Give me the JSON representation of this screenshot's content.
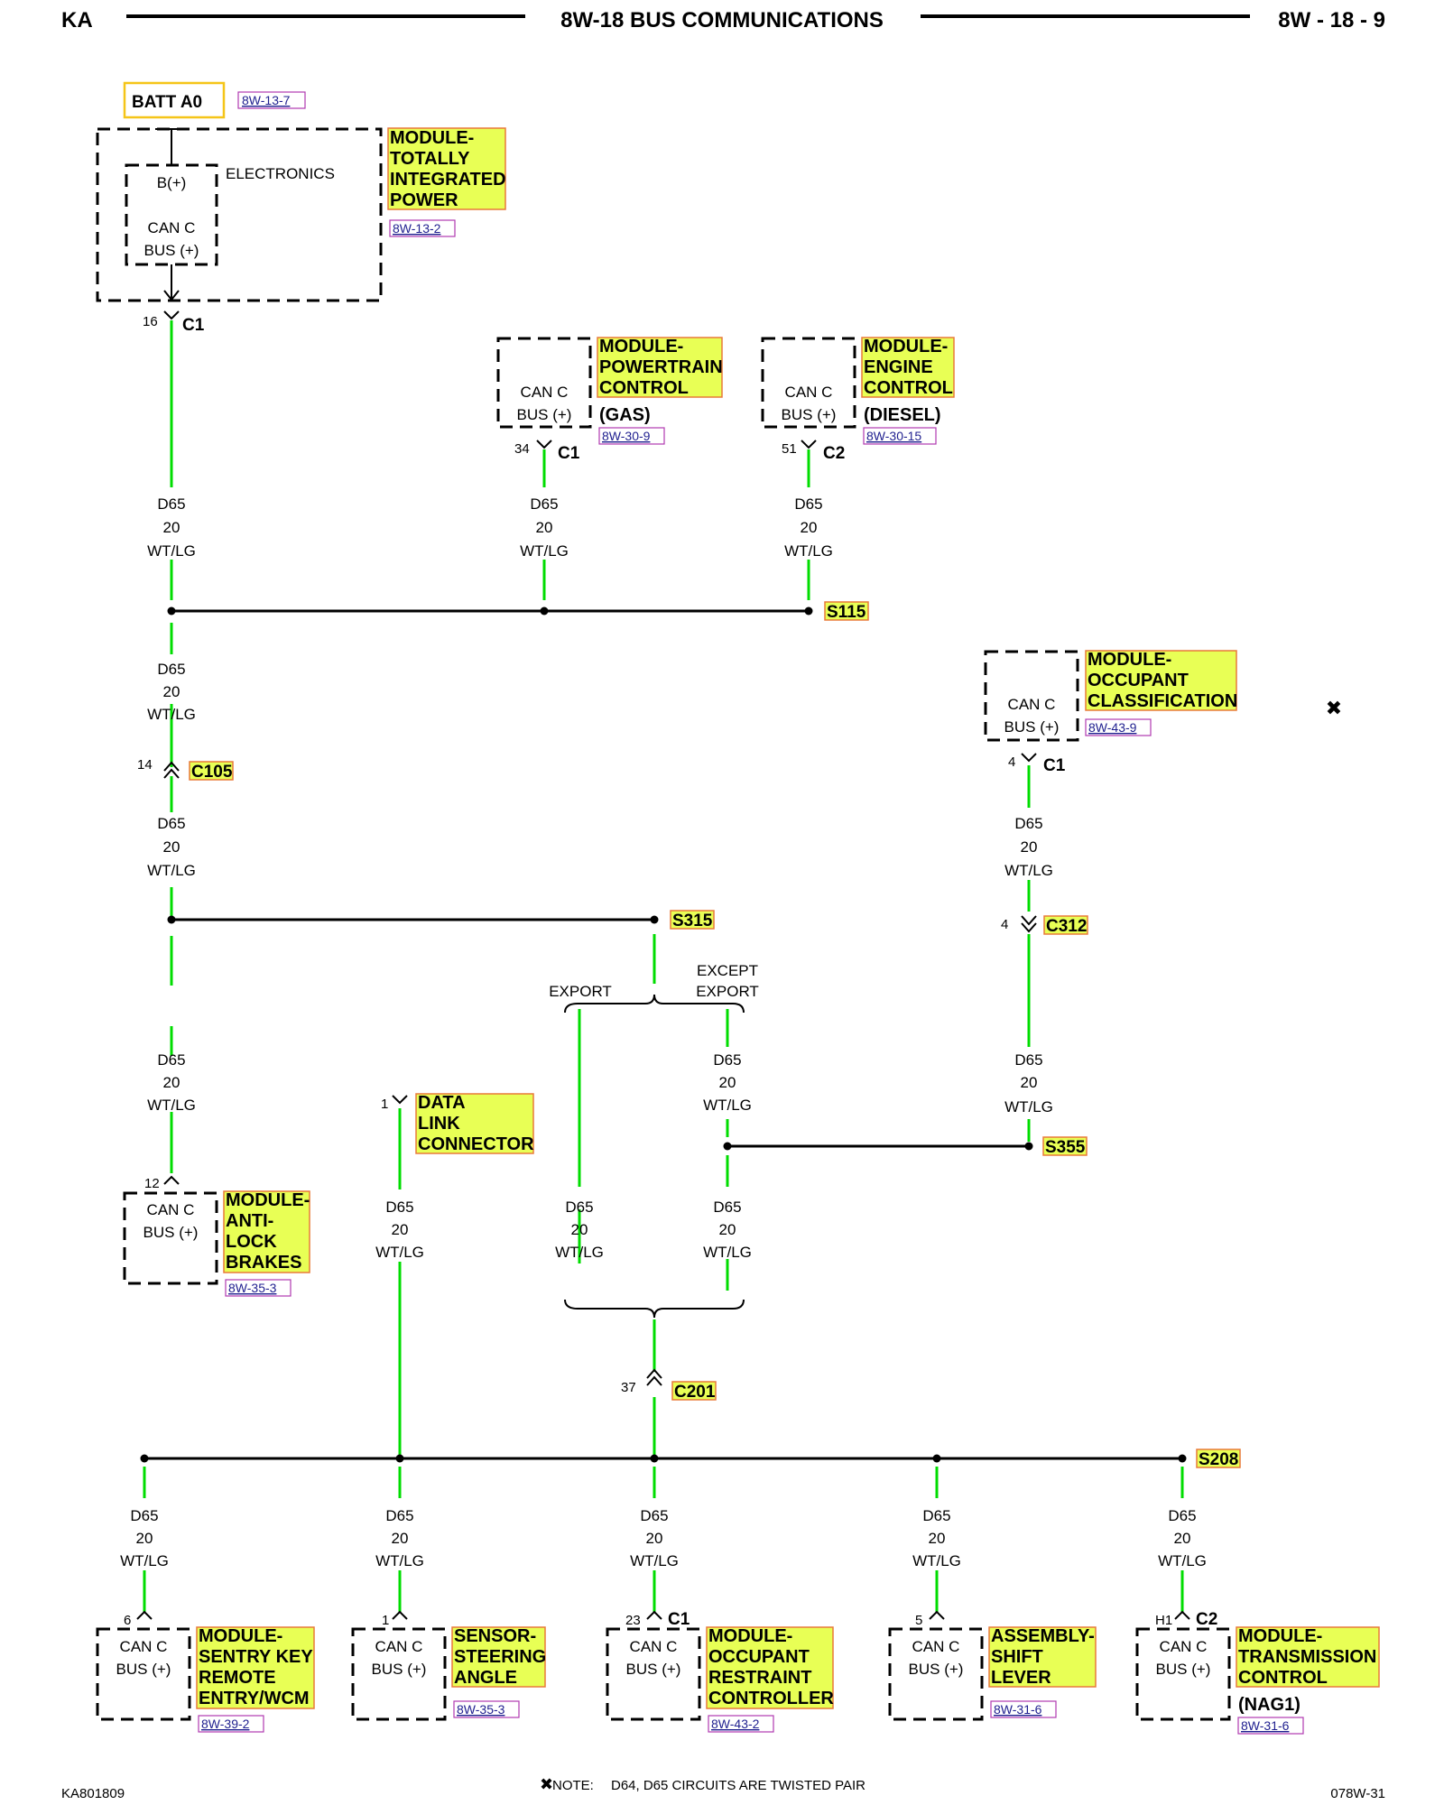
{
  "header": {
    "left": "KA",
    "title": "8W-18 BUS COMMUNICATIONS",
    "right": "8W - 18 - 9"
  },
  "footer": {
    "left": "KA801809",
    "right": "078W-31",
    "note_prefix": "NOTE:",
    "note_text": "D64, D65   CIRCUITS ARE TWISTED PAIR"
  },
  "wire": {
    "circuit": "D65",
    "gauge": "20",
    "color": "WT/LG"
  },
  "colors": {
    "wire": "#00dd00",
    "label_fill": "#e8ff55",
    "label_border": "#e87a3a",
    "ref_border": "#b03ab0"
  },
  "batt": {
    "label": "BATT A0",
    "ref": "8W-13-7"
  },
  "tipm": {
    "name_lines": [
      "MODULE-",
      "TOTALLY",
      "INTEGRATED",
      "POWER"
    ],
    "ref": "8W-13-2",
    "inner": [
      "B(+)",
      "CAN C",
      "BUS (+)"
    ],
    "electronics": "ELECTRONICS",
    "pin": "16",
    "connector": "C1"
  },
  "pcm": {
    "name_lines": [
      "MODULE-",
      "POWERTRAIN",
      "CONTROL"
    ],
    "variant": "(GAS)",
    "ref": "8W-30-9",
    "pins": [
      "CAN C",
      "BUS (+)"
    ],
    "pin": "34",
    "connector": "C1"
  },
  "ecm": {
    "name_lines": [
      "MODULE-",
      "ENGINE",
      "CONTROL"
    ],
    "variant": "(DIESEL)",
    "ref": "8W-30-15",
    "pins": [
      "CAN C",
      "BUS (+)"
    ],
    "pin": "51",
    "connector": "C2"
  },
  "occ": {
    "name_lines": [
      "MODULE-",
      "OCCUPANT",
      "CLASSIFICATION"
    ],
    "ref": "8W-43-9",
    "pins": [
      "CAN C",
      "BUS (+)"
    ],
    "pin": "4",
    "connector": "C1"
  },
  "splices": {
    "s115": "S115",
    "s315": "S315",
    "s355": "S355",
    "s208": "S208"
  },
  "connectors": {
    "c105": "C105",
    "c105_pin": "14",
    "c312": "C312",
    "c312_pin": "4",
    "c201": "C201",
    "c201_pin": "37"
  },
  "branches": {
    "export": "EXPORT",
    "except1": "EXCEPT",
    "except2": "EXPORT"
  },
  "dlc": {
    "name_lines": [
      "DATA",
      "LINK",
      "CONNECTOR"
    ],
    "pin": "1"
  },
  "abs": {
    "name_lines": [
      "MODULE-",
      "ANTI-",
      "LOCK",
      "BRAKES"
    ],
    "ref": "8W-35-3",
    "pins": [
      "CAN C",
      "BUS (+)"
    ],
    "pin": "12"
  },
  "bottom_modules": [
    {
      "name_lines": [
        "MODULE-",
        "SENTRY KEY",
        "REMOTE",
        "ENTRY/WCM"
      ],
      "ref": "8W-39-2",
      "pins": [
        "CAN C",
        "BUS (+)"
      ],
      "pin": "6",
      "connector": ""
    },
    {
      "name_lines": [
        "SENSOR-",
        "STEERING",
        "ANGLE"
      ],
      "ref": "8W-35-3",
      "pins": [
        "CAN C",
        "BUS (+)"
      ],
      "pin": "1",
      "connector": ""
    },
    {
      "name_lines": [
        "MODULE-",
        "OCCUPANT",
        "RESTRAINT",
        "CONTROLLER"
      ],
      "ref": "8W-43-2",
      "pins": [
        "CAN C",
        "BUS (+)"
      ],
      "pin": "23",
      "connector": "C1"
    },
    {
      "name_lines": [
        "ASSEMBLY-",
        "SHIFT",
        "LEVER"
      ],
      "ref": "8W-31-6",
      "pins": [
        "CAN C",
        "BUS (+)"
      ],
      "pin": "5",
      "connector": ""
    },
    {
      "name_lines": [
        "MODULE-",
        "TRANSMISSION",
        "CONTROL"
      ],
      "variant": "(NAG1)",
      "ref": "8W-31-6",
      "pins": [
        "CAN C",
        "BUS (+)"
      ],
      "pin": "H1",
      "connector": "C2"
    }
  ]
}
